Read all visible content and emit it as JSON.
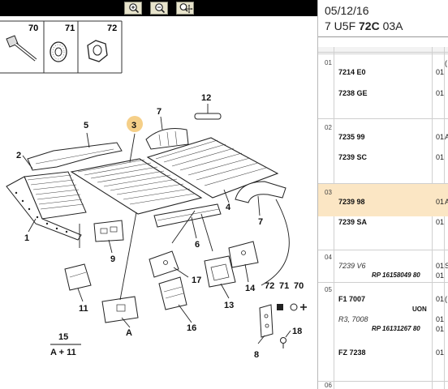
{
  "toolbar": {
    "buttons": [
      {
        "name": "zoom-in",
        "icon": "magnifier-plus-icon"
      },
      {
        "name": "zoom-out",
        "icon": "magnifier-minus-icon"
      },
      {
        "name": "zoom-fit",
        "icon": "magnifier-move-icon"
      }
    ]
  },
  "diagram": {
    "hardware_labels": [
      "70",
      "71",
      "72"
    ],
    "callouts": {
      "c1": "1",
      "c2": "2",
      "c3": "3",
      "c4": "4",
      "c5": "5",
      "c6": "6",
      "c7a": "7",
      "c7b": "7",
      "c8": "8",
      "c9": "9",
      "c11": "11",
      "c12": "12",
      "c13": "13",
      "c14": "14",
      "c16": "16",
      "c17": "17",
      "c18": "18",
      "cA": "A",
      "c72": "72",
      "c71": "71",
      "c70": "70",
      "c15": "15",
      "c15sub": "A + 11"
    },
    "highlight_color": "#f5cf88"
  },
  "header": {
    "date": "05/12/16",
    "model_prefix": "7 U5F",
    "model_bold": "72C",
    "model_suffix": "03A"
  },
  "groups": [
    {
      "no": "01",
      "refs": [
        "7214 E0",
        "7238 GE"
      ],
      "qty": [
        "01",
        "01"
      ],
      "frag": "("
    },
    {
      "no": "02",
      "refs": [
        "7235 99",
        "7239 SC"
      ],
      "qty": [
        "01",
        "01"
      ],
      "frag": "A"
    },
    {
      "no": "03",
      "refs": [
        "7239 98",
        "7239 SA"
      ],
      "qty": [
        "01",
        "01"
      ],
      "frag": "A",
      "selected": true
    },
    {
      "no": "04",
      "refs": [
        "7239 V6"
      ],
      "rp": "RP 16158049 80",
      "qty": [
        "01",
        "01"
      ],
      "frag": "S"
    },
    {
      "no": "05",
      "refs": [
        "F1 7007",
        "R3, 7008",
        "FZ 7238"
      ],
      "tag": "UON",
      "rp": "RP 16131267 80",
      "qty": [
        "01",
        "01",
        "01",
        "01"
      ],
      "frag": "("
    },
    {
      "no": "06"
    }
  ]
}
